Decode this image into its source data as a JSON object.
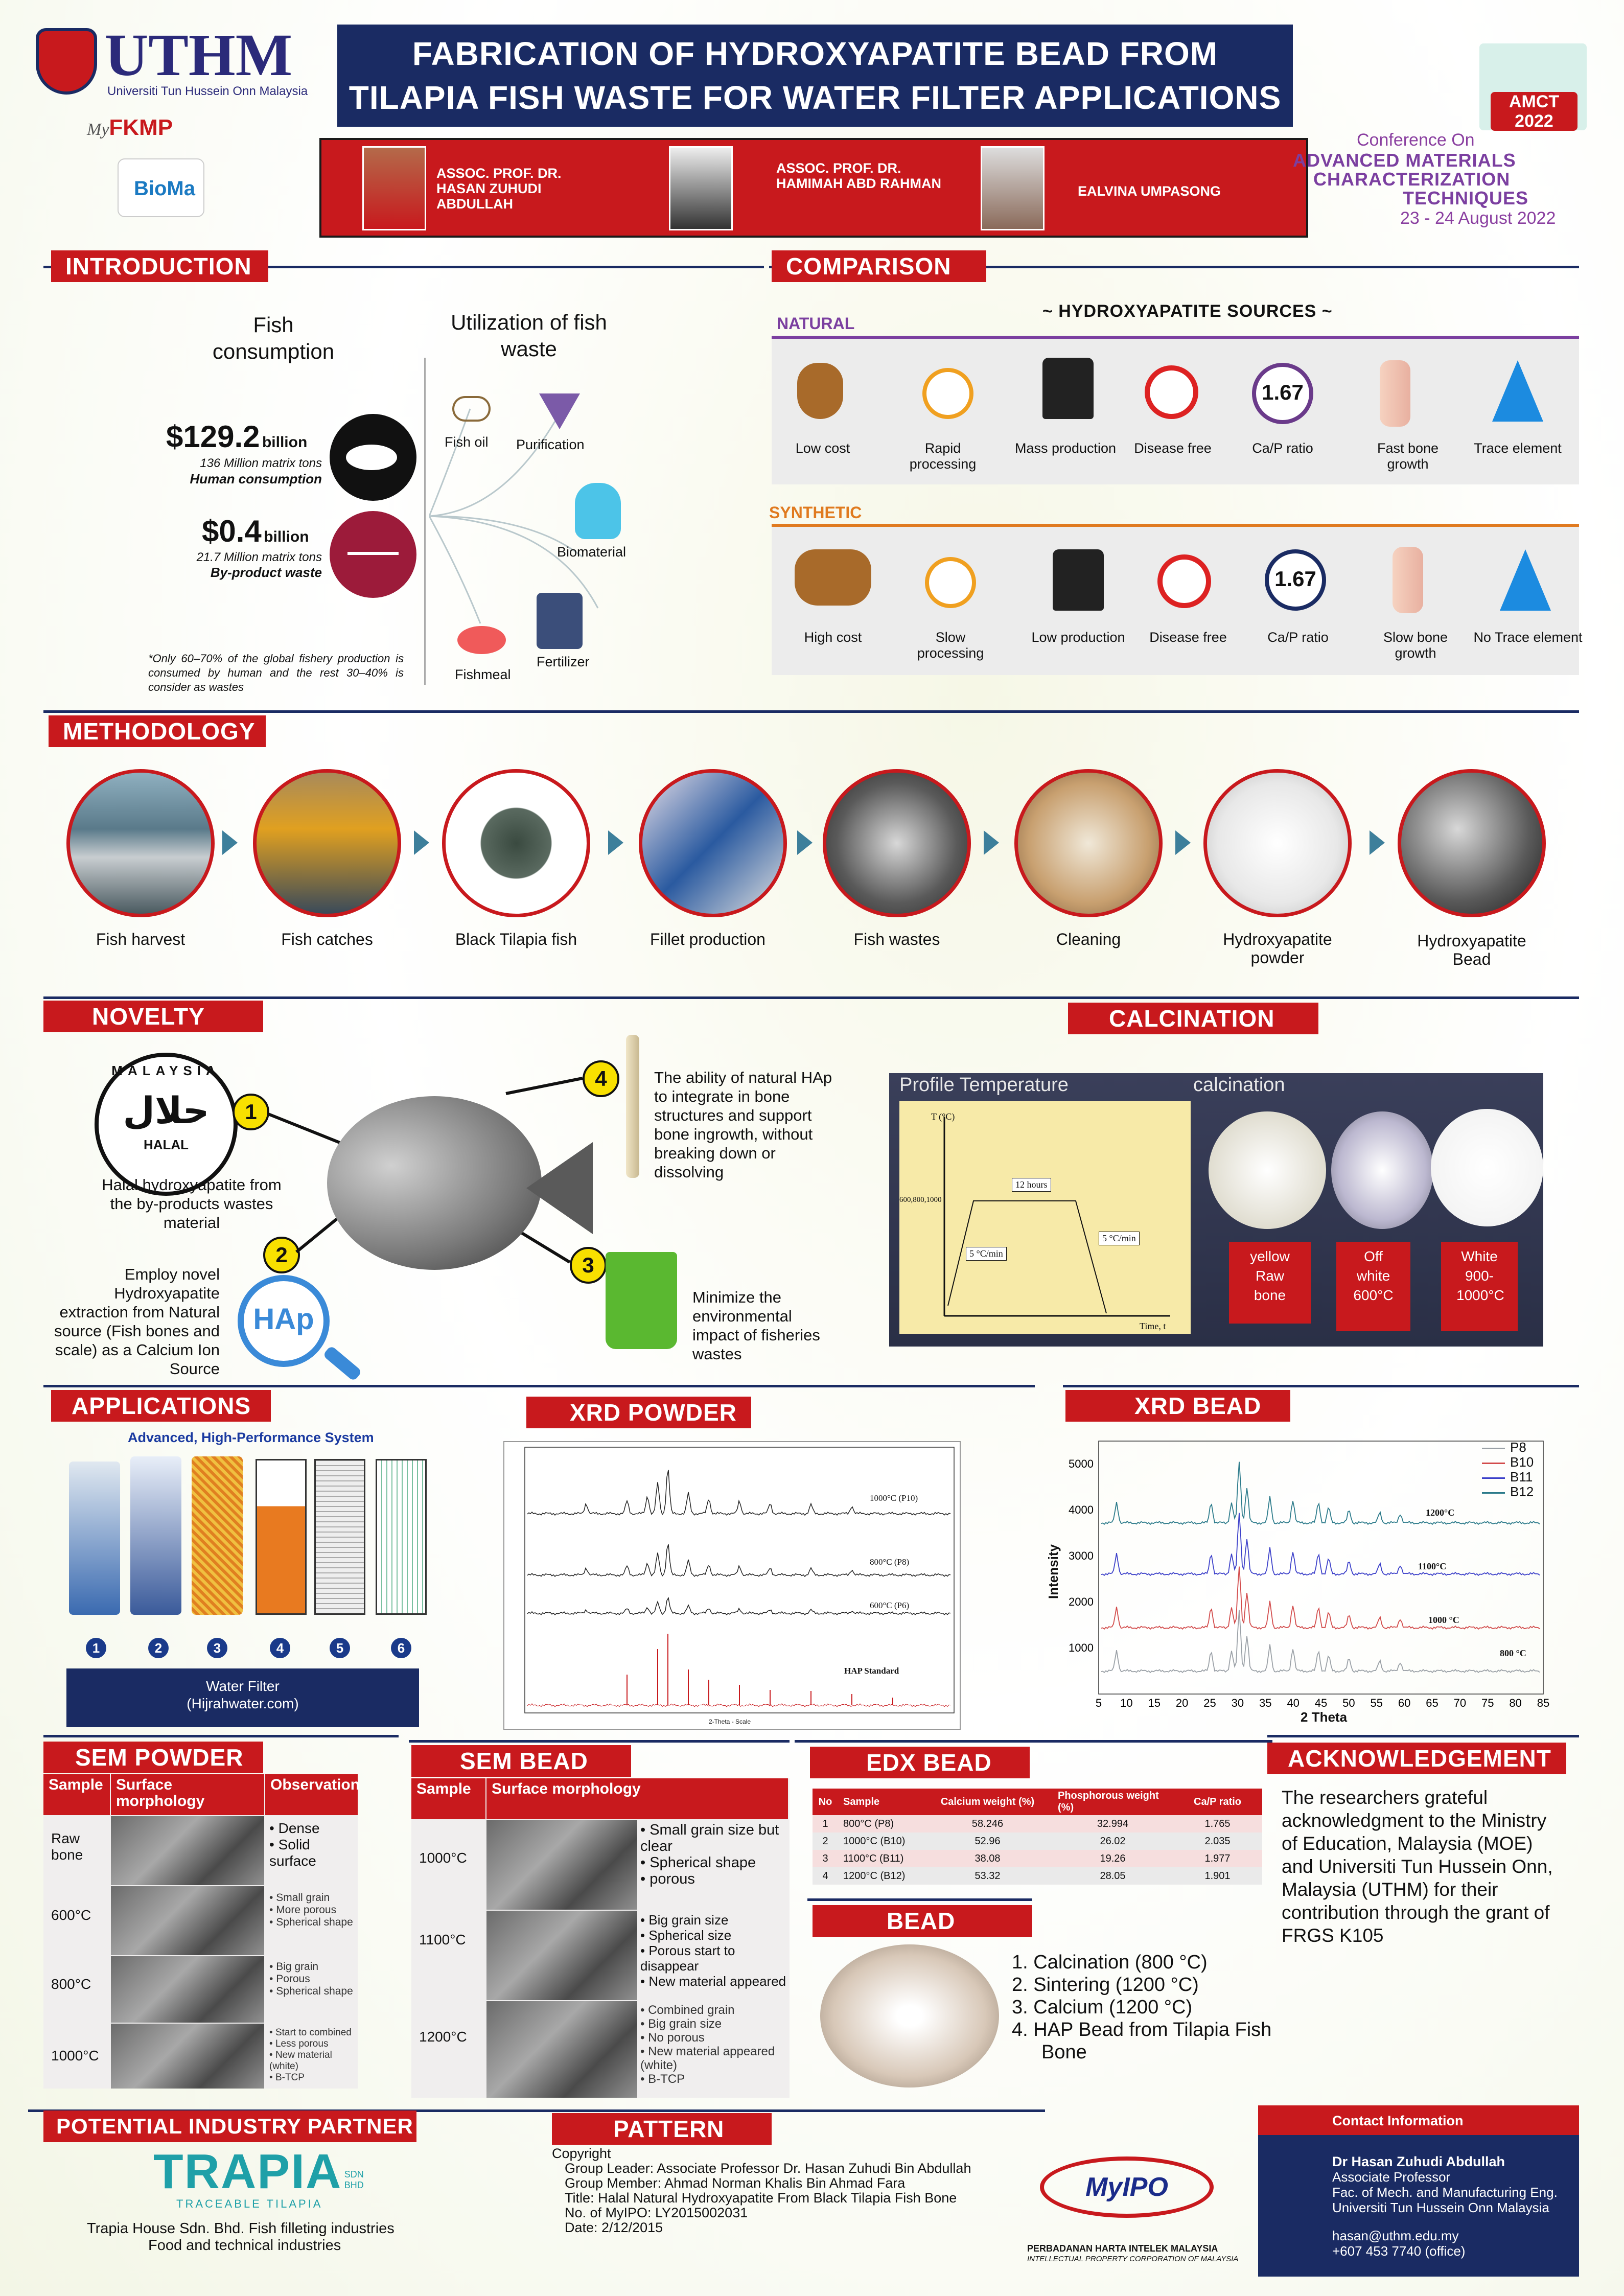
{
  "header": {
    "org_name": "UTHM",
    "org_sub": "Universiti Tun Hussein Onn Malaysia",
    "faculty_logo": "FKMP",
    "faculty_prefix": "My",
    "lab_logo": "BioMa",
    "title_line1": "FABRICATION OF HYDROXYAPATITE BEAD FROM",
    "title_line2": "TILAPIA FISH WASTE FOR WATER FILTER APPLICATIONS",
    "authors": [
      {
        "name": "ASSOC. PROF. DR. HASAN ZUHUDI ABDULLAH"
      },
      {
        "name": "ASSOC. PROF. DR. HAMIMAH ABD RAHMAN"
      },
      {
        "name": "EALVINA UMPASONG"
      }
    ],
    "conference": {
      "badge": "AMCT 2022",
      "line1": "Conference On",
      "line2": "ADVANCED MATERIALS",
      "line3": "CHARACTERIZATION",
      "line4": "TECHNIQUES",
      "dates": "23 - 24 August 2022"
    }
  },
  "introduction": {
    "heading": "INTRODUCTION",
    "fish_consumption": "Fish consumption",
    "utilization": "Utilization of fish waste",
    "human_value": "$129.2",
    "human_unit": "billion",
    "human_tons": "136 Million matrix tons",
    "human_label": "Human consumption",
    "waste_value": "$0.4",
    "waste_unit": "billion",
    "waste_tons": "21.7 Million matrix tons",
    "waste_label": "By-product waste",
    "note": "*Only 60–70% of the global fishery production is consumed by human and the rest 30–40% is consider as wastes",
    "uses": [
      "Fish oil",
      "Purification",
      "Biomaterial",
      "Fertilizer",
      "Fishmeal"
    ]
  },
  "comparison": {
    "heading": "COMPARISON",
    "subtitle": "~ HYDROXYAPATITE SOURCES ~",
    "natural_label": "NATURAL",
    "synthetic_label": "SYNTHETIC",
    "ratio": "1.67",
    "natural": [
      "Low cost",
      "Rapid processing",
      "Mass production",
      "Disease free",
      "Ca/P ratio",
      "Fast bone growth",
      "Trace element"
    ],
    "synthetic": [
      "High cost",
      "Slow processing",
      "Low production",
      "Disease free",
      "Ca/P ratio",
      "Slow bone growth",
      "No Trace element"
    ],
    "natural_color": "#7b3fa0",
    "synthetic_color": "#e07a1f"
  },
  "methodology": {
    "heading": "METHODOLOGY",
    "steps": [
      "Fish harvest",
      "Fish catches",
      "Black Tilapia fish",
      "Fillet production",
      "Fish wastes",
      "Cleaning",
      "Hydroxyapatite powder",
      "Hydroxyapatite Bead"
    ]
  },
  "novelty": {
    "heading": "NOVELTY",
    "halal_top": "MALAYSIA",
    "halal_mid": "حلال",
    "halal_bottom": "HALAL",
    "n1": "1",
    "n2": "2",
    "n3": "3",
    "n4": "4",
    "hap_label": "HAp",
    "p1": "Halal hydroxyapatite from the by-products wastes material",
    "p2": "Employ novel Hydroxyapatite extraction from Natural source (Fish bones and scale) as a Calcium Ion Source",
    "p3": "Minimize the environmental impact of fisheries wastes",
    "p4": "The ability of natural HAp to integrate in bone structures and support bone ingrowth, without breaking down or dissolving"
  },
  "calcination": {
    "heading": "CALCINATION",
    "profile_title": "Profile Temperature",
    "calc_title": "calcination",
    "y_label": "T (°C)",
    "x_label": "Time, t",
    "y_tick": "600,800,1000",
    "hold": "12 hours",
    "ramp_up": "5 °C/min",
    "ramp_down": "5 °C/min",
    "samples": [
      {
        "color": "yellow",
        "desc": "Raw bone"
      },
      {
        "color": "Off white",
        "desc": "600°C"
      },
      {
        "color": "White",
        "desc": "900-1000°C"
      }
    ]
  },
  "applications": {
    "heading": "APPLICATIONS",
    "system_title": "Advanced, High-Performance System",
    "stage_numbers": [
      "1",
      "2",
      "3",
      "4",
      "5",
      "6"
    ],
    "caption1": "Water Filter",
    "caption2": "(Hijrahwater.com)"
  },
  "xrd_powder": {
    "heading": "XRD POWDER",
    "labels": [
      "1000°C (P10)",
      "800°C (P8)",
      "600°C (P6)",
      "HAP Standard"
    ],
    "x_label": "2-Theta - Scale"
  },
  "xrd_bead": {
    "heading": "XRD BEAD",
    "legend": [
      "P8",
      "B10",
      "B11",
      "B12"
    ],
    "legend_colors": [
      "#9aa0a6",
      "#d24b4b",
      "#3b3fc9",
      "#2b7a8a"
    ],
    "curve_labels": [
      "1200°C",
      "1100°C",
      "1000 °C",
      "800 °C"
    ],
    "y_label": "Intensity",
    "x_label": "2 Theta",
    "y_ticks": [
      "1000",
      "2000",
      "3000",
      "4000",
      "5000"
    ],
    "x_ticks": [
      "5",
      "10",
      "15",
      "20",
      "25",
      "30",
      "35",
      "40",
      "45",
      "50",
      "55",
      "60",
      "65",
      "70",
      "75",
      "80",
      "85"
    ]
  },
  "sem_powder": {
    "heading": "SEM POWDER",
    "cols": [
      "Sample",
      "Surface morphology",
      "Observation"
    ],
    "rows": [
      {
        "sample": "Raw bone",
        "obs": [
          "Dense",
          "Solid surface"
        ]
      },
      {
        "sample": "600°C",
        "obs": [
          "Small grain",
          "More porous",
          "Spherical shape"
        ]
      },
      {
        "sample": "800°C",
        "obs": [
          "Big grain",
          "Porous",
          "Spherical shape"
        ]
      },
      {
        "sample": "1000°C",
        "obs": [
          "Start to combined",
          "Less porous",
          "New material (white)",
          "B-TCP"
        ]
      }
    ]
  },
  "sem_bead": {
    "heading": "SEM BEAD",
    "cols": [
      "Sample",
      "Surface morphology"
    ],
    "rows": [
      {
        "sample": "1000°C",
        "obs": [
          "Small grain size but clear",
          "Spherical shape",
          "porous"
        ]
      },
      {
        "sample": "1100°C",
        "obs": [
          "Big grain size",
          "Spherical size",
          "Porous start to disappear",
          "New material appeared"
        ]
      },
      {
        "sample": "1200°C",
        "obs": [
          "Combined grain",
          "Big grain size",
          "No porous",
          "New material appeared (white)",
          "B-TCP"
        ]
      }
    ]
  },
  "edx_bead": {
    "heading": "EDX BEAD",
    "cols": [
      "No",
      "Sample",
      "Calcium weight (%)",
      "Phosphorous weight (%)",
      "Ca/P ratio"
    ],
    "rows": [
      [
        "1",
        "800°C (P8)",
        "58.246",
        "32.994",
        "1.765"
      ],
      [
        "2",
        "1000°C (B10)",
        "52.96",
        "26.02",
        "2.035"
      ],
      [
        "3",
        "1100°C (B11)",
        "38.08",
        "19.26",
        "1.977"
      ],
      [
        "4",
        "1200°C (B12)",
        "53.32",
        "28.05",
        "1.901"
      ]
    ]
  },
  "bead": {
    "heading": "BEAD",
    "steps": [
      "1. Calcination (800 °C)",
      "2. Sintering (1200 °C)",
      "3. Calcium (1200 °C)",
      "4. HAP Bead from Tilapia Fish Bone"
    ]
  },
  "acknowledgement": {
    "heading": "ACKNOWLEDGEMENT",
    "text": "The researchers grateful acknowledgment to the Ministry of Education, Malaysia (MOE) and Universiti Tun Hussein Onn, Malaysia (UTHM) for their contribution through the grant of FRGS K105"
  },
  "industry": {
    "heading": "POTENTIAL INDUSTRY PARTNER",
    "logo": "TRAPIA",
    "logo_sdn": "SDN BHD",
    "logo_sub": "TRACEABLE TILAPIA",
    "line1": "Trapia House Sdn. Bhd. Fish filleting industries",
    "line2": "Food and technical industries"
  },
  "pattern": {
    "heading": "PATTERN",
    "l0": "Copyright",
    "l1": "Group Leader: Associate Professor Dr. Hasan Zuhudi Bin Abdullah",
    "l2": "Group Member: Ahmad Norman Khalis Bin Ahmad Fara",
    "l3": "Title: Halal Natural Hydroxyapatite From Black Tilapia Fish Bone",
    "l4": "No. of MyIPO: LY2015002031",
    "l5": "Date: 2/12/2015",
    "myipo": "MyIPO",
    "myipo_l1": "PERBADANAN HARTA INTELEK MALAYSIA",
    "myipo_l2": "INTELLECTUAL PROPERTY CORPORATION OF MALAYSIA"
  },
  "contact": {
    "heading": "Contact Information",
    "name": "Dr Hasan Zuhudi Abdullah",
    "role": "Associate Professor",
    "dept": "Fac. of Mech. and Manufacturing Eng.",
    "uni": "Universiti Tun Hussein Onn Malaysia",
    "email": "hasan@uthm.edu.my",
    "phone": "+607 453 7740 (office)"
  }
}
